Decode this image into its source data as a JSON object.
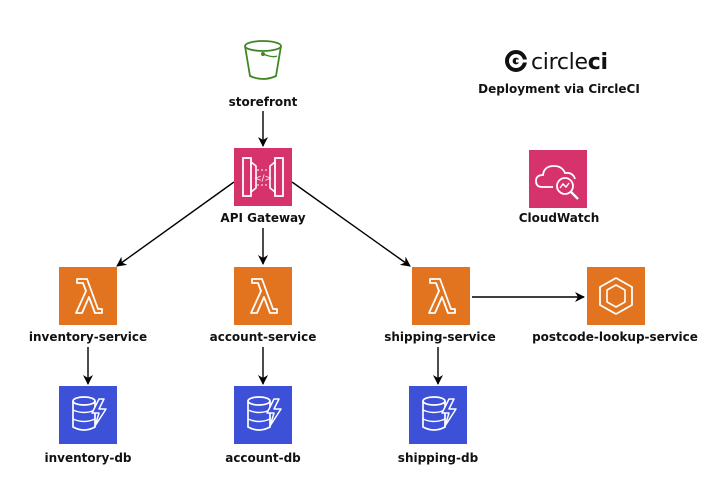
{
  "brand": {
    "name_light": "circle",
    "name_bold": "ci",
    "caption": "Deployment via CircleCI"
  },
  "nodes": {
    "storefront": "storefront",
    "api_gateway": "API Gateway",
    "cloudwatch": "CloudWatch",
    "inventory_service": "inventory-service",
    "account_service": "account-service",
    "shipping_service": "shipping-service",
    "postcode_lookup_service": "postcode-lookup-service",
    "inventory_db": "inventory-db",
    "account_db": "account-db",
    "shipping_db": "shipping-db"
  },
  "colors": {
    "lambda": "#E3741F",
    "api_gateway": "#D6336C",
    "cloudwatch": "#D6336C",
    "dynamodb": "#3D50D8",
    "s3": "#3F8624",
    "edge": "#000000"
  },
  "icons": {
    "storefront": "s3-bucket-icon",
    "api_gateway": "api-gateway-icon",
    "cloudwatch": "cloudwatch-icon",
    "services": "lambda-icon",
    "postcode_lookup_service": "container-icon",
    "databases": "dynamodb-icon"
  }
}
